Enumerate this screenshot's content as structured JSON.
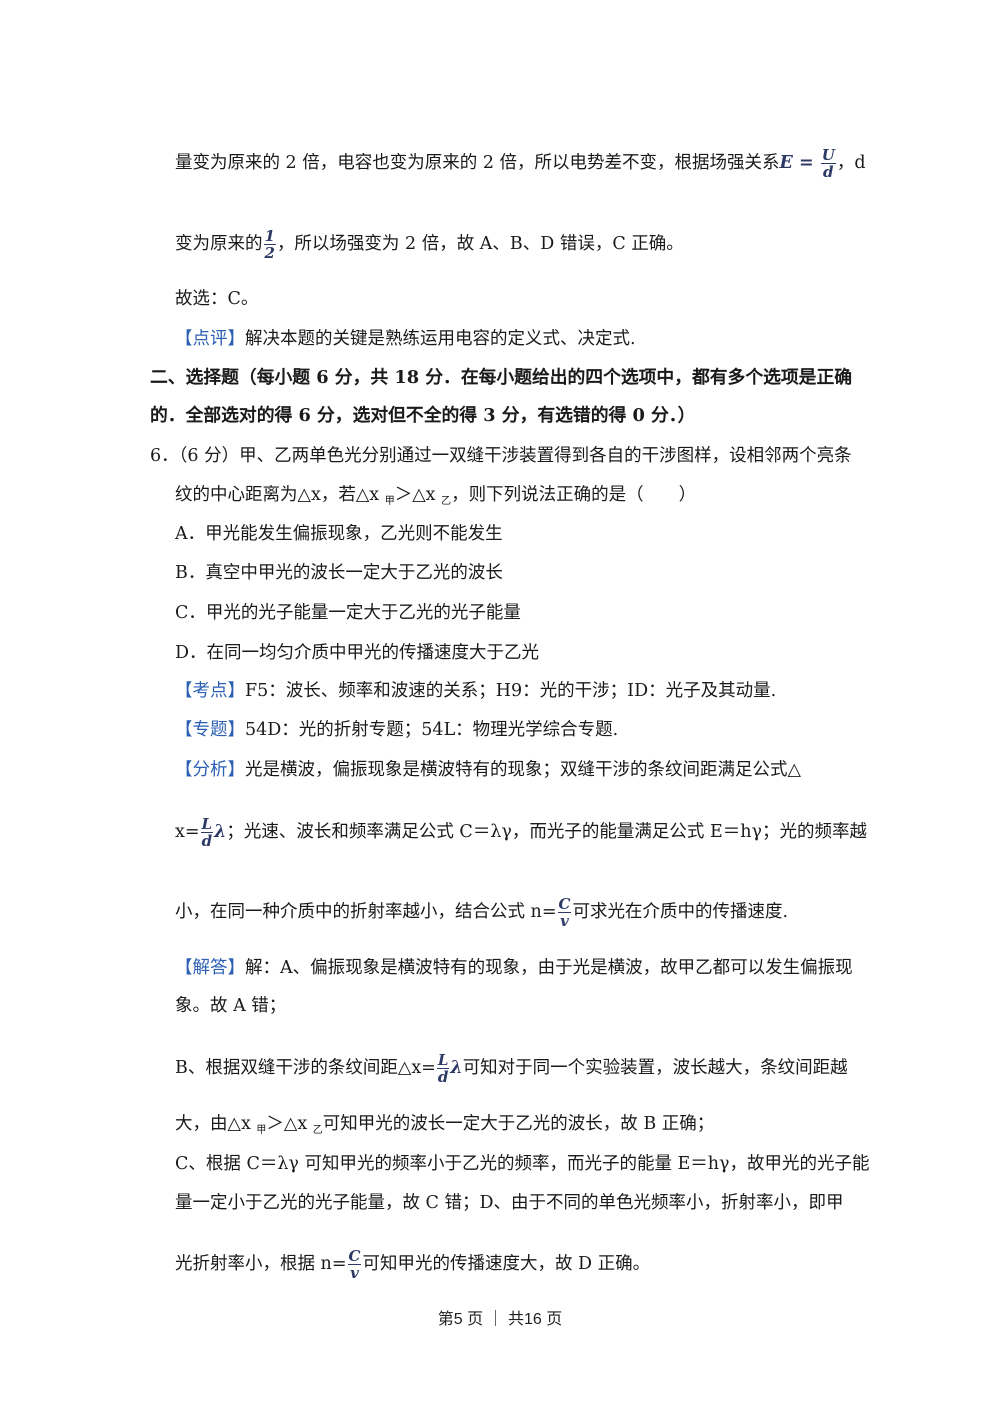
{
  "para1": {
    "l1a": "量变为原来的 2 倍，电容也变为原来的 2 倍，所以电势差不变，根据场强关系",
    "l1_E": "E",
    "l1_eq": " = ",
    "l1_num": "U",
    "l1_den": "d",
    "l1b": "，d",
    "l2a": "变为原来的",
    "l2_num": "1",
    "l2_den": "2",
    "l2b": "，所以场强变为 2 倍，故 A、B、D 错误，C 正确。",
    "l3": "故选：C。",
    "l4_tag": "【点评】",
    "l4": "解决本题的关键是熟练运用电容的定义式、决定式."
  },
  "section2": {
    "l1": "二、选择题（每小题 6 分，共 18 分．在每小题给出的四个选项中，都有多个选项是正确",
    "l2": "的．全部选对的得 6 分，选对但不全的得 3 分，有选错的得 0 分．）"
  },
  "q6": {
    "l1": "6．（6 分）甲、乙两单色光分别通过一双缝干涉装置得到各自的干涉图样，设相邻两个亮条",
    "l2a": "纹的中心距离为△x，若△x ",
    "l2_sub1": "甲",
    "l2b": "＞△x ",
    "l2_sub2": "乙",
    "l2c": "，则下列说法正确的是（　　）",
    "optA": "A．甲光能发生偏振现象，乙光则不能发生",
    "optB": "B．真空中甲光的波长一定大于乙光的波长",
    "optC": "C．甲光的光子能量一定大于乙光的光子能量",
    "optD": "D．在同一均匀介质中甲光的传播速度大于乙光"
  },
  "kaodian": {
    "tag": "【考点】",
    "text": "F5：波长、频率和波速的关系；H9：光的干涉；ID：光子及其动量."
  },
  "zhuanti": {
    "tag": "【专题】",
    "text": "54D：光的折射专题；54L：物理光学综合专题."
  },
  "fenxi": {
    "tag": "【分析】",
    "l1": "光是横波，偏振现象是横波特有的现象；双缝干涉的条纹间距满足公式△",
    "l2a": "x=",
    "l2_num": "L",
    "l2_den": "d",
    "l2_lambda": "λ",
    "l2b": "；光速、波长和频率满足公式 C＝λγ，而光子的能量满足公式 E＝hγ；光的频率越",
    "l3a": "小，在同一种介质中的折射率越小，结合公式 n=",
    "l3_num": "C",
    "l3_den": "v",
    "l3b": "可求光在介质中的传播速度."
  },
  "jieda": {
    "tag": "【解答】",
    "l1": "解：A、偏振现象是横波特有的现象，由于光是横波，故甲乙都可以发生偏振现",
    "l2": "象。故 A 错；",
    "l3a": "B、根据双缝干涉的条纹间距△x=",
    "l3_num": "L",
    "l3_den": "d",
    "l3_lambda": "λ",
    "l3b": "可知对于同一个实验装置，波长越大，条纹间距越",
    "l4a": "大，由△x ",
    "l4_sub1": "甲",
    "l4b": "＞△x ",
    "l4_sub2": "乙",
    "l4c": "可知甲光的波长一定大于乙光的波长，故 B 正确；",
    "l5": "C、根据 C＝λγ 可知甲光的频率小于乙光的频率，而光子的能量 E＝hγ，故甲光的光子能",
    "l6": "量一定小于乙光的光子能量，故 C 错；D、由于不同的单色光频率小，折射率小，即甲",
    "l7a": "光折射率小，根据 n=",
    "l7_num": "C",
    "l7_den": "v",
    "l7b": "可知甲光的传播速度大，故 D 正确。"
  },
  "footer": {
    "text": "第5 页 ｜ 共16 页"
  }
}
